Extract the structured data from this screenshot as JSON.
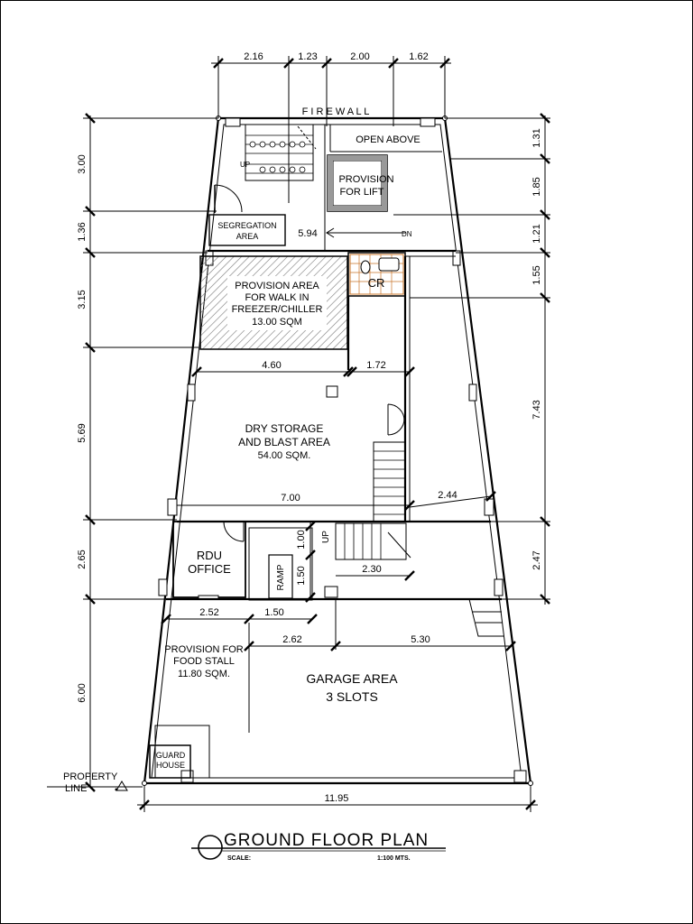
{
  "labels": {
    "firewall": "F I R E W A L L",
    "open_above": "OPEN ABOVE",
    "provision_lift_1": "PROVISION",
    "provision_lift_2": "FOR LIFT",
    "up_stair_top": "UP",
    "dn": "DN",
    "segregation_1": "SEGREGATION",
    "segregation_2": "AREA",
    "cr": "CR",
    "freezer_1": "PROVISION AREA",
    "freezer_2": "FOR WALK IN",
    "freezer_3": "FREEZER/CHILLER",
    "freezer_4": "13.00 SQM",
    "dry_1": "DRY STORAGE",
    "dry_2": "AND BLAST AREA",
    "dry_3": "54.00 SQM.",
    "rdu_1": "RDU",
    "rdu_2": "OFFICE",
    "ramp": "RAMP",
    "up_stair_bottom": "UP",
    "food_1": "PROVISION FOR",
    "food_2": "FOOD STALL",
    "food_3": "11.80 SQM.",
    "garage_1": "GARAGE AREA",
    "garage_2": "3 SLOTS",
    "guard_1": "GUARD",
    "guard_2": "HOUSE",
    "property_1": "PROPERTY",
    "property_2": "LINE"
  },
  "dimensions": {
    "top": [
      "2.16",
      "1.23",
      "2.00",
      "1.62"
    ],
    "left": [
      "3.00",
      "1.36",
      "3.15",
      "5.69",
      "2.65",
      "6.00"
    ],
    "right": [
      "1.31",
      "1.85",
      "1.21",
      "1.55",
      "7.43",
      "2.47"
    ],
    "inner_594": "5.94",
    "inner_460": "4.60",
    "inner_172": "1.72",
    "inner_700": "7.00",
    "inner_244": "2.44",
    "inner_100": "1.00",
    "inner_150v": "1.50",
    "inner_230": "2.30",
    "inner_252": "2.52",
    "inner_150h": "1.50",
    "inner_262": "2.62",
    "inner_530": "5.30",
    "bottom": "11.95"
  },
  "title": {
    "main": "GROUND FLOOR PLAN",
    "scale_label": "SCALE:",
    "scale_value": "1:100 MTS."
  }
}
